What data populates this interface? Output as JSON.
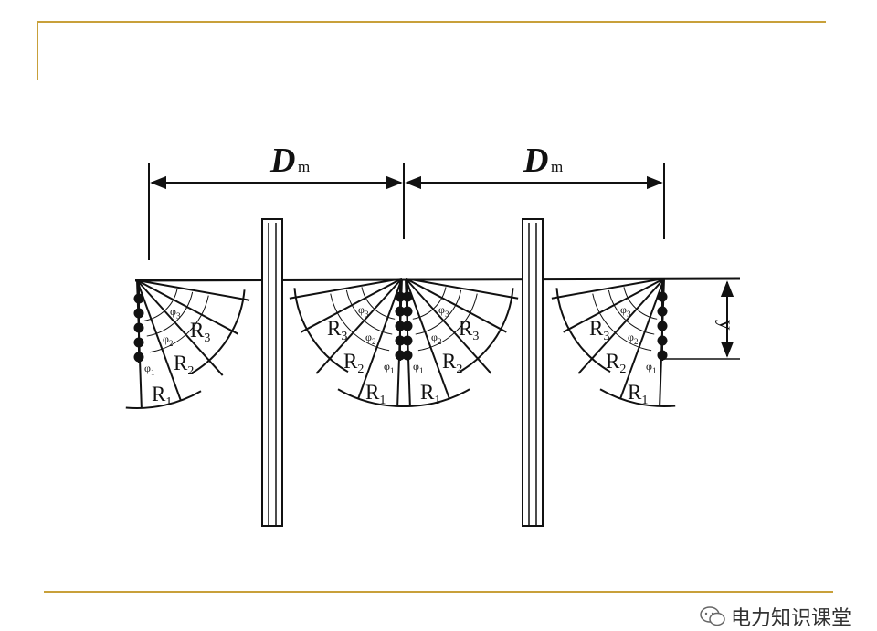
{
  "diagram": {
    "dm_label": "D",
    "dm_subscript": "m",
    "y_label": "y",
    "radius_labels": [
      "R",
      "R",
      "R"
    ],
    "radius_subscripts": [
      "1",
      "2",
      "3"
    ],
    "angle_label": "φ",
    "angle_subscripts": [
      "1",
      "2",
      "3"
    ]
  },
  "watermark": {
    "text": "电力知识课堂",
    "icon": "wechat-icon"
  },
  "colors": {
    "accent_line": "#c8a03a",
    "ink": "#111111"
  }
}
